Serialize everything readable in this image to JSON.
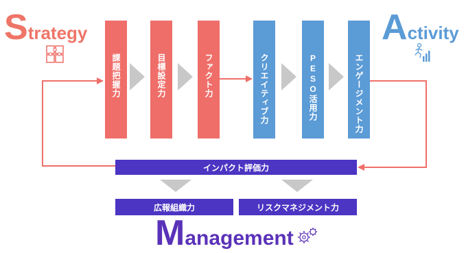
{
  "titles": {
    "strategy": {
      "cap": "S",
      "rest": "trategy"
    },
    "activity": {
      "cap": "A",
      "rest": "ctivity"
    },
    "management": {
      "cap": "M",
      "rest": "anagement"
    }
  },
  "columns": [
    {
      "label": "課題把握力",
      "group": "strategy"
    },
    {
      "label": "目標設定力",
      "group": "strategy"
    },
    {
      "label": "ファクト力",
      "group": "strategy"
    },
    {
      "label": "クリエイティブ力",
      "group": "activity"
    },
    {
      "label": "PESO活用力",
      "group": "activity"
    },
    {
      "label": "エンゲージメント力",
      "group": "activity"
    }
  ],
  "impact": {
    "label": "インパクト評価力"
  },
  "management_items": [
    {
      "label": "広報組織力"
    },
    {
      "label": "リスクマネジメント力"
    }
  ],
  "colors": {
    "strategy": "#ef6e69",
    "activity": "#5b9bd6",
    "management": "#4b35c2",
    "arrow_gray": "#c8c8c8"
  },
  "icons": [
    "puzzle-icon",
    "runner-icon",
    "gears-icon"
  ]
}
